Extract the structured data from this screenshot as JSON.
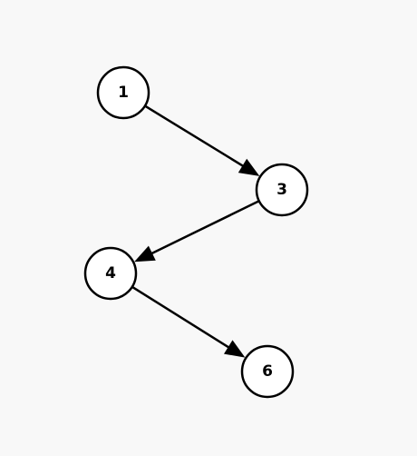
{
  "diagram": {
    "nodes": [
      {
        "id": "n1",
        "label": "1"
      },
      {
        "id": "n3",
        "label": "3"
      },
      {
        "id": "n4",
        "label": "4"
      },
      {
        "id": "n6",
        "label": "6"
      }
    ],
    "edges": [
      {
        "from": "n1",
        "to": "n3"
      },
      {
        "from": "n3",
        "to": "n4"
      },
      {
        "from": "n4",
        "to": "n6"
      }
    ],
    "colors": {
      "background": "#f8f8f8",
      "stroke": "#000000",
      "node_fill": "#ffffff"
    }
  }
}
